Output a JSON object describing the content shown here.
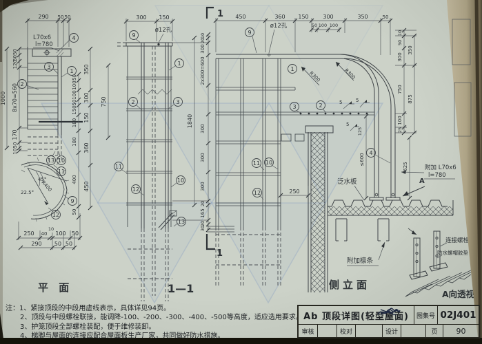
{
  "plan": {
    "title": "平 面",
    "dims_top": [
      "290",
      "50",
      "50"
    ],
    "dims_left": [
      "50",
      "50",
      "120",
      "8x70=560",
      "170",
      "50",
      "10"
    ],
    "overall_left": "1000",
    "dims_right_inner": [
      "50",
      "100",
      "100",
      "50",
      "150",
      "180",
      "180",
      "400",
      "50"
    ],
    "dims_right_outer": [
      "350",
      "300",
      "150",
      "360",
      "450"
    ],
    "dim_right_far": "750",
    "dims_bottom_row1": [
      "250",
      "40",
      "10",
      "100",
      "50"
    ],
    "dims_bottom_row2": [
      "290",
      "50",
      "50"
    ],
    "angle_a": "45°",
    "angle_b": "22.5°",
    "radius": "R400",
    "bracket_line1": "L70x6",
    "bracket_line2": "l=780",
    "callouts": [
      "4",
      "3",
      "1",
      "2",
      "13",
      "10",
      "11",
      "9",
      "12"
    ]
  },
  "section": {
    "title": "1—1",
    "mark": "1",
    "dims_top": [
      "300",
      "150"
    ],
    "hole_label": "ø12孔",
    "callouts": [
      "9",
      "1",
      "2",
      "3",
      "11",
      "12",
      "10",
      "13"
    ],
    "chain": {
      "overall": "1840",
      "segments": [
        "10",
        "20",
        "300",
        "2x300=600",
        "300",
        "300",
        "300",
        "20",
        "165",
        "20",
        "30"
      ]
    }
  },
  "elevation": {
    "title": "侧立面",
    "dims_top": [
      "450",
      "360",
      "150",
      "300",
      "350",
      "50"
    ],
    "dims_top_sub": [
      "50",
      "100",
      "100"
    ],
    "hole_label": "ø12孔",
    "radius_a": "R300",
    "radius_b": "R300",
    "weld_size": "5",
    "weld_note": "125",
    "flashing_label": "泛水板",
    "purlin_label": "附加檩条",
    "dim_250": "250",
    "dim_600": "≤600",
    "dim_625": "625",
    "dims_right_inner": [
      "10",
      "50",
      "300",
      "750",
      "100",
      "25"
    ],
    "dims_right_outer": [
      "350",
      "875"
    ],
    "added_angle_line1": "附加 L70x6",
    "added_angle_line2": "l=780",
    "view_arrow_label": "A",
    "callouts": [
      "9",
      "1",
      "3",
      "2",
      "4",
      "11",
      "10",
      "12"
    ]
  },
  "perspective": {
    "title": "A向透视",
    "bolt_label": "连接螺栓",
    "gasket_label": "防水螺帽胶垫"
  },
  "notes": {
    "prefix": "注：",
    "items": [
      "1、紧接顶段的中段用虚线表示，具体详见94页。",
      "2、顶段与中段螺栓联接，能调降-100、-200、-300、-400、-500等高度，适应选用要求。",
      "3、护笼顶段全部螺栓装配，便于维修装卸。",
      "4、梯脚与屋面的连接应配合屋面板生产厂家，共同做好防水措施。"
    ]
  },
  "title_block": {
    "title": "Ab 顶段详图(轻型屋面)",
    "atlas_label": "图集号",
    "atlas_no": "02J401",
    "review_label": "审核",
    "check_label": "校对",
    "design_label": "设计",
    "page_label": "页",
    "page_no": "90"
  }
}
